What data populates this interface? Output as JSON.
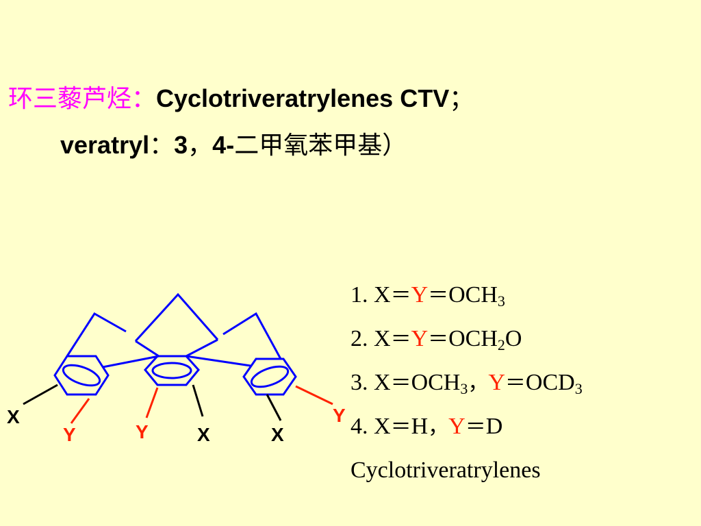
{
  "title": {
    "cn_name": "环三藜芦烃：",
    "en_name": "Cyclotriveratrylenes CTV",
    "end_punct": "；"
  },
  "subtitle": {
    "term": "veratryl",
    "colon": "：",
    "pos1": "3",
    "comma": "，",
    "pos2": "4-",
    "cn_group": "二甲氧苯甲基）"
  },
  "structure_labels": {
    "x_left": "X",
    "y_left": "Y",
    "y_mid": "Y",
    "x_mid": "X",
    "x_right": "X",
    "y_right": "Y"
  },
  "colors": {
    "background": "#ffffcc",
    "bond_blue": "#0000ff",
    "y_red": "#ff2200",
    "title_magenta": "#ff00ff"
  },
  "variants": [
    {
      "num": "1.",
      "x": "X",
      "eq1": "＝",
      "y": "Y",
      "eq2": "＝",
      "value": "OCH",
      "sub": "3",
      "tail": ""
    },
    {
      "num": "2.",
      "x": "X",
      "eq1": "＝",
      "y": "Y",
      "eq2": "＝",
      "value": "OCH",
      "sub": "2",
      "tail": "O"
    },
    {
      "num": "3.",
      "x": "X",
      "eq1": "＝",
      "x_value": "OCH",
      "x_sub": "3",
      "comma": "，",
      "y": "Y",
      "eq2": "＝",
      "y_value": "OCD",
      "y_sub": "3"
    },
    {
      "num": "4.",
      "x": "X",
      "eq1": "＝",
      "x_value": "H",
      "comma": "，",
      "y": "Y",
      "eq2": "＝",
      "y_value": "D"
    }
  ],
  "caption": "Cyclotriveratrylenes"
}
